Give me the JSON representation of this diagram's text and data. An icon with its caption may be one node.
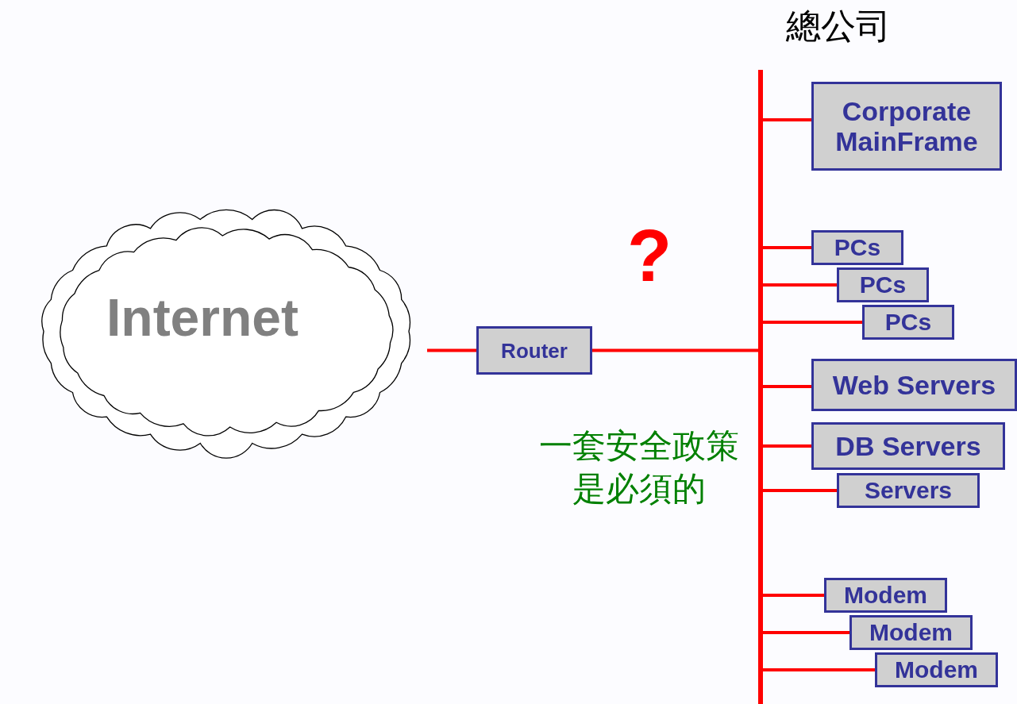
{
  "diagram": {
    "nodes": [
      {
        "text": [
          "Internet"
        ]
      },
      {
        "text": [
          "Router"
        ]
      },
      {
        "text": [],
        "shape": "bar"
      },
      {
        "text": [
          "Corporate MainFrame"
        ]
      },
      {
        "text": [
          "PCs"
        ]
      },
      {
        "text": [
          "PCs"
        ]
      },
      {
        "text": [
          "PCs"
        ]
      },
      {
        "text": [
          "Web Servers"
        ]
      },
      {
        "text": [
          "DB Servers"
        ]
      },
      {
        "text": [
          "Servers"
        ]
      },
      {
        "text": [
          "Modem"
        ]
      },
      {
        "text": [
          "Modem"
        ]
      },
      {
        "text": [
          "Modem"
        ]
      }
    ],
    "edges": [
      {
        "from": 0,
        "to": 1,
        "arrow": "none"
      },
      {
        "from": 1,
        "to": 2,
        "arrow": "none"
      },
      {
        "from": 2,
        "to": 3,
        "arrow": "none"
      },
      {
        "from": 2,
        "to": 4,
        "arrow": "none"
      },
      {
        "from": 2,
        "to": 5,
        "arrow": "none"
      },
      {
        "from": 2,
        "to": 6,
        "arrow": "none"
      },
      {
        "from": 2,
        "to": 7,
        "arrow": "none"
      },
      {
        "from": 2,
        "to": 8,
        "arrow": "none"
      },
      {
        "from": 2,
        "to": 9,
        "arrow": "none"
      },
      {
        "from": 2,
        "to": 10,
        "arrow": "none"
      },
      {
        "from": 2,
        "to": 11,
        "arrow": "none"
      },
      {
        "from": 2,
        "to": 12,
        "arrow": "none"
      }
    ],
    "labels": [
      "總公司",
      "?",
      "一套安全政策是必須的"
    ]
  }
}
